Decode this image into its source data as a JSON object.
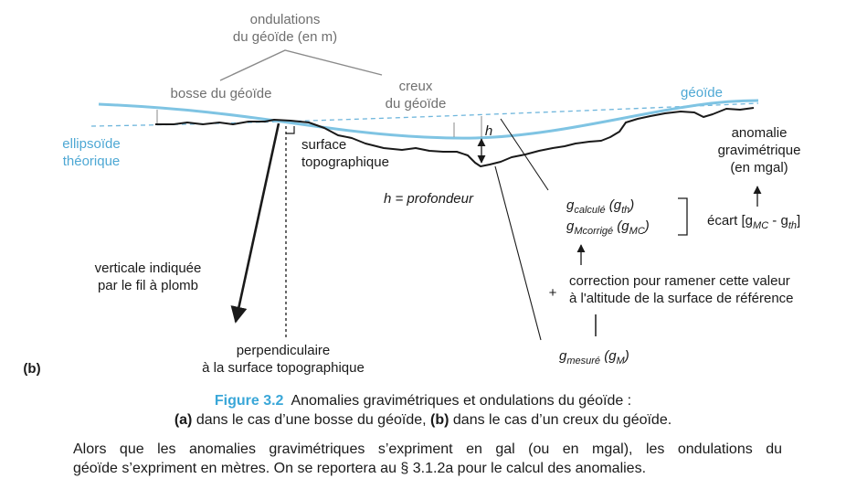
{
  "labels": {
    "ondulations": [
      "ondulations",
      "du géoïde (en m)"
    ],
    "bosse": "bosse du géoïde",
    "creux": [
      "creux",
      "du géoïde"
    ],
    "geoide": "géoïde",
    "ellipsoide": [
      "ellipsoïde",
      "théorique"
    ],
    "surface": [
      "surface",
      "topographique"
    ],
    "h_symbol": "h",
    "h_profondeur": "h = profondeur",
    "anomalie": [
      "anomalie",
      "gravimétrique",
      "(en mgal)"
    ],
    "g_calcule_main": "g",
    "g_calcule_sub": "calculé",
    "g_calcule_paren": " (g",
    "g_calcule_paren_sub": "th",
    "g_mcorrige_main": "g",
    "g_mcorrige_sub": "Mcorrigé",
    "g_mcorrige_paren": " (g",
    "g_mcorrige_paren_sub": "MC",
    "ecart_prefix": "écart [g",
    "ecart_sub1": "MC",
    "ecart_mid": " - g",
    "ecart_sub2": "th",
    "ecart_suffix": "]",
    "plus": "+",
    "correction": [
      "correction pour ramener cette valeur",
      "à l'altitude de la surface de référence"
    ],
    "g_mesure_main": "g",
    "g_mesure_sub": "mesuré",
    "g_mesure_paren": " (g",
    "g_mesure_paren_sub": "M",
    "verticale": [
      "verticale indiquée",
      "par le fil à plomb"
    ],
    "perpendiculaire": [
      "perpendiculaire",
      "à la surface topographique"
    ],
    "panel": "(b)"
  },
  "caption": {
    "figure_number": "Figure 3.2",
    "title": "Anomalies gravimétriques et ondulations du géoïde :",
    "line2_a": "(a)",
    "line2_text1": " dans le cas d’une bosse du géoïde, ",
    "line2_b": "(b)",
    "line2_text2": " dans le cas d’un creux du géoïde."
  },
  "note": {
    "line1": "Alors que les anomalies gravimétriques s’expriment en gal (ou en mgal), les ondulations du",
    "line2": "géoïde s’expriment en mètres. On se reportera au § 3.1.2a pour le calcul des anomalies."
  },
  "colors": {
    "geoid": "#7fc4e3",
    "ellipsoid": "#6fb6dc",
    "label_blue": "#4ea8d4",
    "label_gray": "#6f6f6f",
    "ink": "#1a1a1a",
    "caption_blue": "#3aa7d8"
  }
}
